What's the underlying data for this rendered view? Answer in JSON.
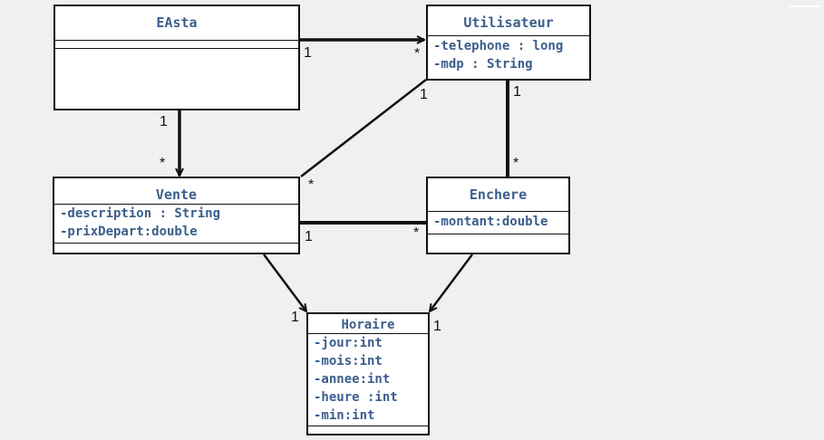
{
  "diagram": {
    "classes": {
      "easta": {
        "name": "EAsta",
        "attributes": []
      },
      "utilisateur": {
        "name": "Utilisateur",
        "attributes": [
          "-telephone : long",
          "-mdp : String"
        ]
      },
      "vente": {
        "name": "Vente",
        "attributes": [
          "-description : String",
          "-prixDepart:double"
        ]
      },
      "enchere": {
        "name": "Enchere",
        "attributes": [
          "-montant:double"
        ]
      },
      "horaire": {
        "name": "Horaire",
        "attributes": [
          "-jour:int",
          "-mois:int",
          "-annee:int",
          "-heure :int",
          "-min:int"
        ]
      }
    },
    "multiplicities": {
      "easta_utilisateur_src": "1",
      "easta_utilisateur_dst": "*",
      "easta_vente_src": "1",
      "easta_vente_dst": "*",
      "utilisateur_vente_src": "1",
      "utilisateur_vente_dst": "*",
      "utilisateur_enchere_src": "1",
      "utilisateur_enchere_dst": "*",
      "vente_enchere_src": "1",
      "vente_enchere_dst": "*",
      "vente_horaire_dst": "1",
      "enchere_horaire_dst": "1"
    }
  }
}
